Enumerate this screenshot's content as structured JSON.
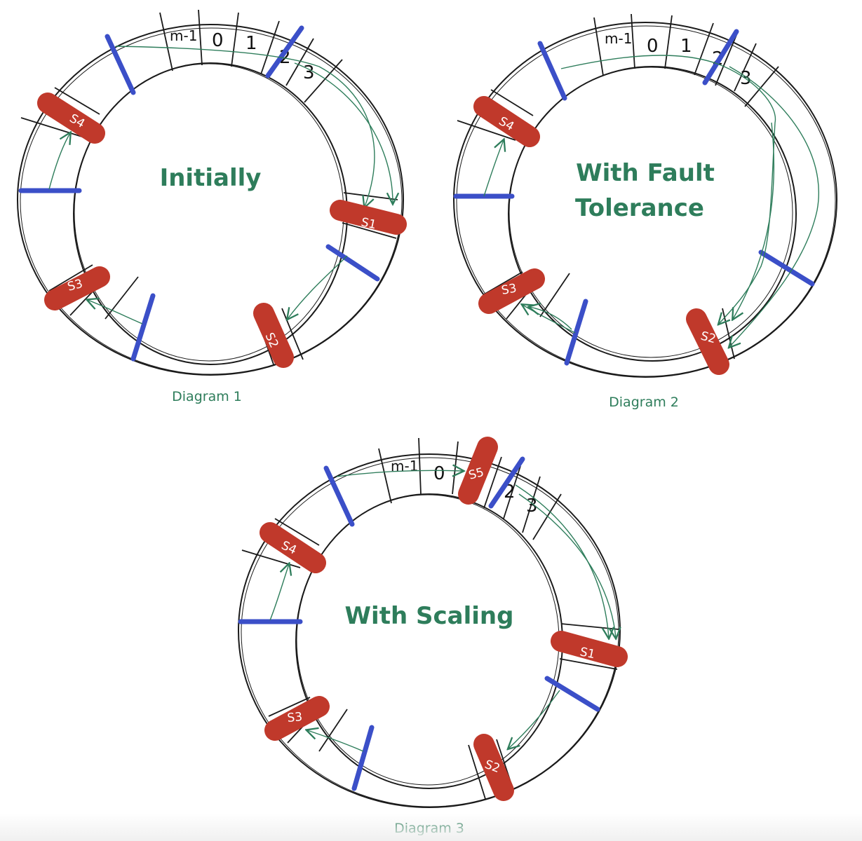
{
  "colors": {
    "ring_stroke": "#1a1a1a",
    "server_fill": "#c0392b",
    "boundary": "#3b4fc8",
    "arrow": "#2e7d5b",
    "text_green": "#2e7d5b"
  },
  "diagrams": [
    {
      "title_lines": [
        "Initially"
      ],
      "caption": "Diagram 1",
      "slot_labels": [
        "m-1",
        "0",
        "1",
        "2",
        "3"
      ],
      "servers": [
        "S4",
        "S1",
        "S2",
        "S3"
      ]
    },
    {
      "title_lines": [
        "With Fault",
        "Tolerance"
      ],
      "caption": "Diagram 2",
      "slot_labels": [
        "m-1",
        "0",
        "1",
        "2",
        "3"
      ],
      "servers": [
        "S4",
        "S2",
        "S3"
      ]
    },
    {
      "title_lines": [
        "With Scaling"
      ],
      "caption": "Diagram 3",
      "slot_labels": [
        "m-1",
        "0",
        "2",
        "3"
      ],
      "servers": [
        "S5",
        "S4",
        "S1",
        "S2",
        "S3"
      ]
    }
  ]
}
